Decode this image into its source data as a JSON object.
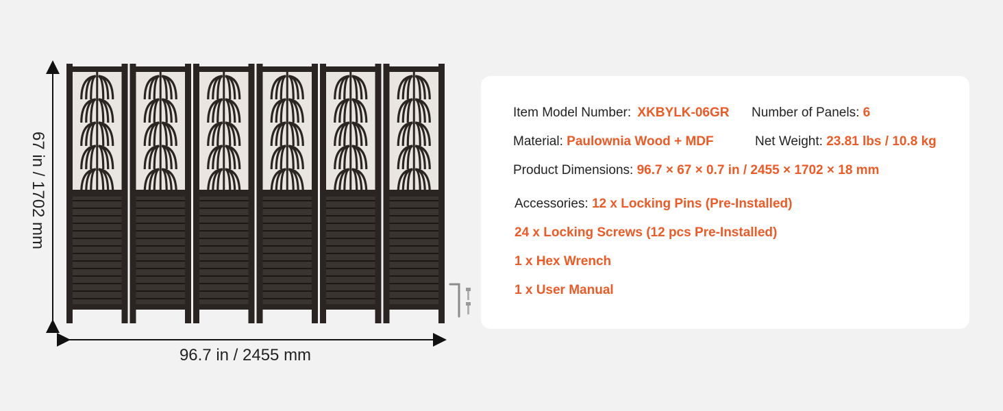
{
  "dimensions": {
    "height_label": "67 in / 1702 mm",
    "width_label": "96.7 in / 2455 mm"
  },
  "product_image": {
    "panel_count": 6,
    "frame_color": "#2a2522",
    "lattice_color": "#ffffff"
  },
  "specs": {
    "model": {
      "label": "Item Model Number:",
      "value": "XKBYLK-06GR"
    },
    "panels": {
      "label": "Number of Panels:",
      "value": "6"
    },
    "material": {
      "label": "Material:",
      "value": "Paulownia Wood + MDF"
    },
    "weight": {
      "label": "Net Weight:",
      "value": "23.81 lbs / 10.8 kg"
    },
    "dimensions": {
      "label": "Product Dimensions:",
      "value": "96.7 × 67 × 0.7 in / 2455 × 1702 × 18 mm"
    },
    "accessories": {
      "label": "Accessories:",
      "items": [
        "12 x Locking Pins (Pre-Installed)",
        "24 x Locking Screws (12 pcs Pre-Installed)",
        "1 x Hex Wrench",
        "1 x User Manual"
      ]
    }
  },
  "colors": {
    "accent": "#ee5a26",
    "text": "#222222",
    "background": "#f2f2f2",
    "card": "#ffffff"
  }
}
